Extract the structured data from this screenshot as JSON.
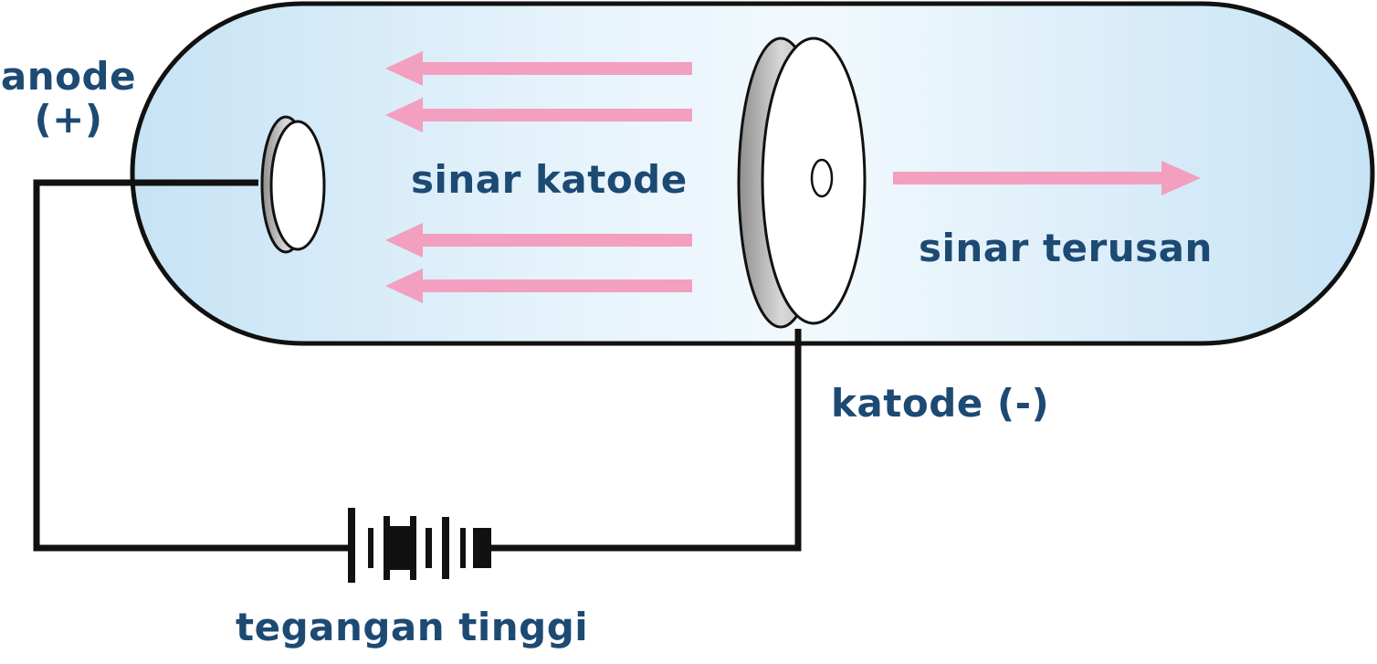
{
  "labels": {
    "anode_line1": "anode",
    "anode_line2": "(+)",
    "cathode_rays": "sinar katode",
    "canal_rays": "sinar terusan",
    "cathode": "katode (-)",
    "high_voltage": "tegangan tinggi"
  },
  "colors": {
    "label": "#1d4a73",
    "arrow": "#f39fc0",
    "tube_fill": "#d7ecf8",
    "wire": "#111111"
  }
}
